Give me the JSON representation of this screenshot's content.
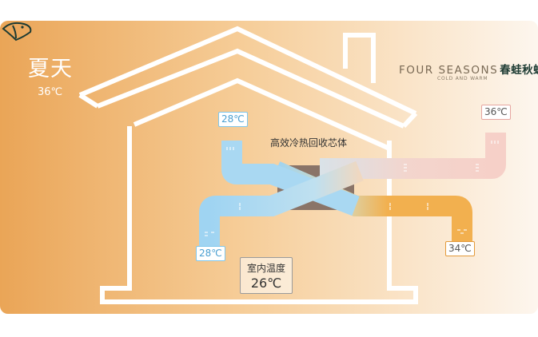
{
  "season": {
    "name": "夏天",
    "outdoor_temp": "36℃"
  },
  "brand": {
    "name_en": "FOUR SEASONS",
    "name_cn": "春蛙秋蝉",
    "tagline": "COLD AND WARM",
    "colors": {
      "logo": "#1d3b33",
      "text": "#7a6a55"
    },
    "icon": "frog-logo-icon"
  },
  "diagram": {
    "core_label": "高效冷热回收芯体",
    "temps": {
      "fresh_in": "28℃",
      "outdoor_in": "36℃",
      "supply": "28℃",
      "exhaust": "34℃"
    },
    "indoor": {
      "label": "室内温度",
      "temp": "26℃"
    },
    "colors": {
      "background_left": "#eeae5f",
      "background_right": "#fdf5ec",
      "cool_duct": "#9fd4f2",
      "warm_duct": "#f2b04f",
      "pink_duct": "#f6d2cb",
      "core": "#8a7468"
    }
  }
}
